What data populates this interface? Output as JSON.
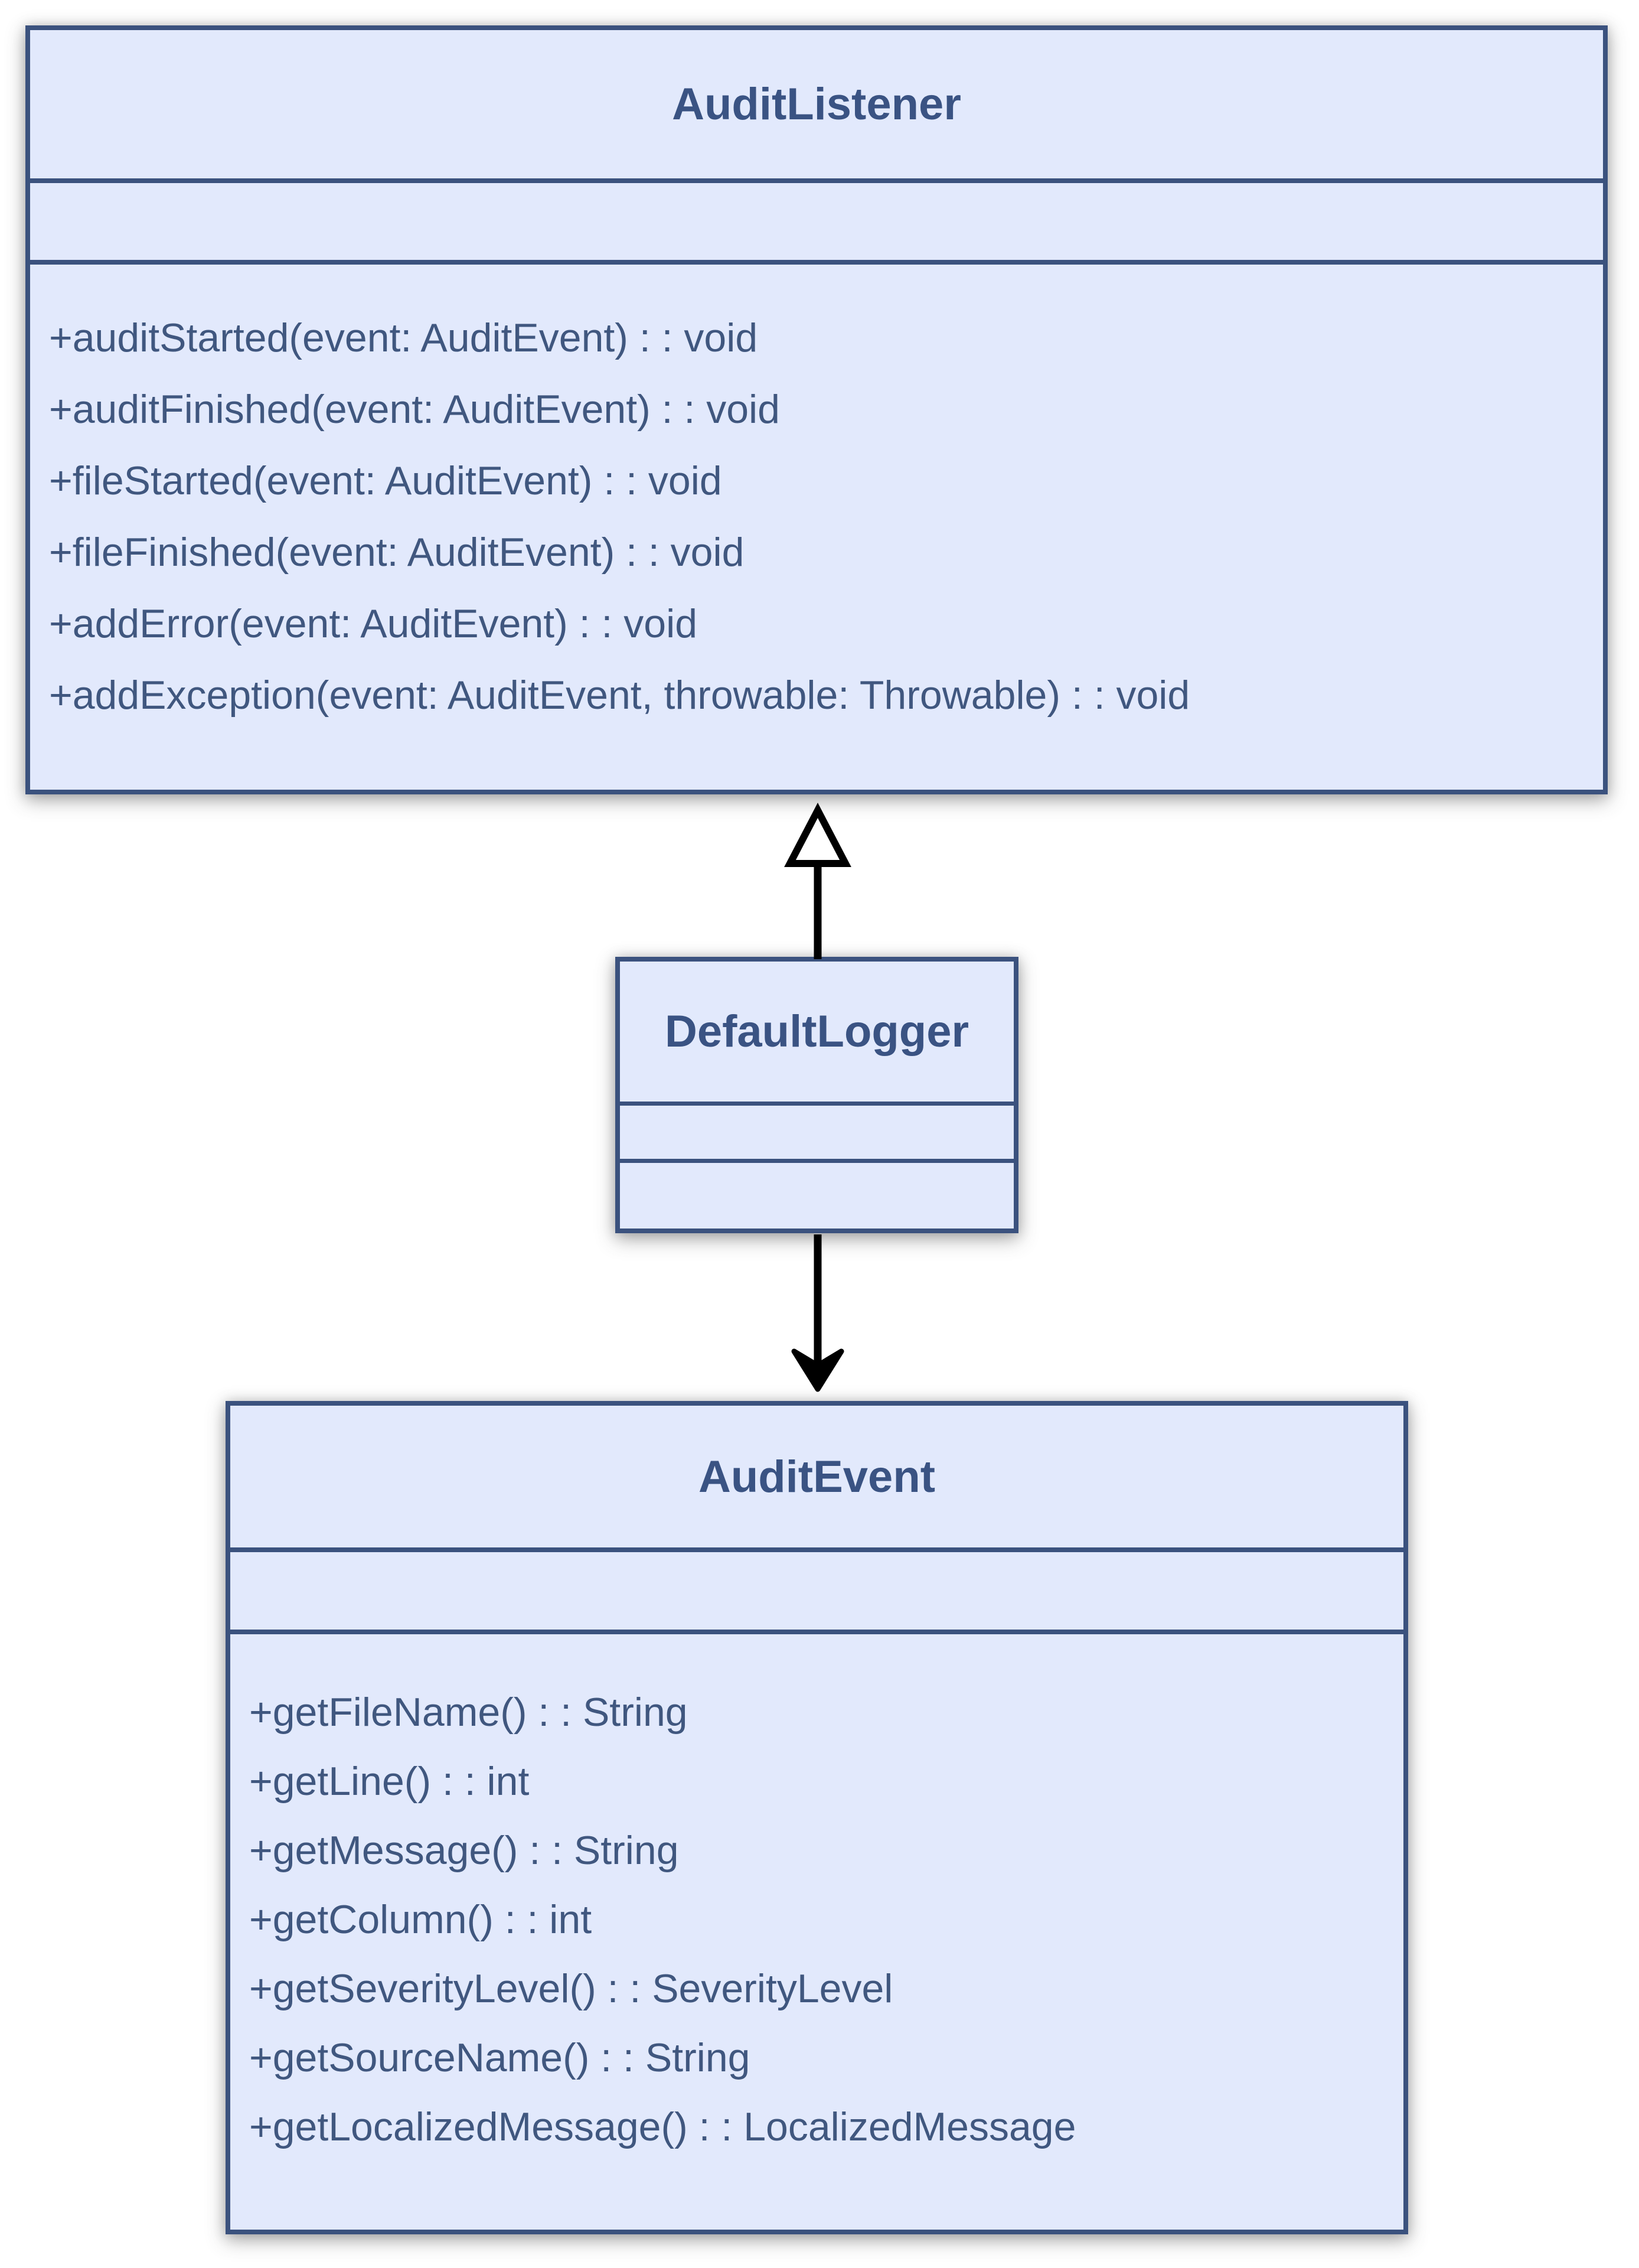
{
  "diagram": {
    "type": "uml-class-diagram",
    "background": "#ffffff",
    "colors": {
      "box-fill": "#e2e9fc",
      "box-border": "#3b527e",
      "title-text": "#3a5383",
      "method-text": "#40577f",
      "arrow": "#000000"
    },
    "classes": [
      {
        "name": "AuditListener",
        "attributes": [],
        "methods": [
          "+auditStarted(event: AuditEvent) : : void",
          "+auditFinished(event: AuditEvent) : : void",
          "+fileStarted(event: AuditEvent) : : void",
          "+fileFinished(event: AuditEvent) : : void",
          "+addError(event: AuditEvent) : : void",
          "+addException(event: AuditEvent, throwable: Throwable) : : void"
        ]
      },
      {
        "name": "DefaultLogger",
        "attributes": [],
        "methods": []
      },
      {
        "name": "AuditEvent",
        "attributes": [],
        "methods": [
          "+getFileName() : : String",
          "+getLine() : : int",
          "+getMessage() : : String",
          "+getColumn() : : int",
          "+getSeverityLevel() : : SeverityLevel",
          "+getSourceName() : : String",
          "+getLocalizedMessage() : : LocalizedMessage"
        ]
      }
    ],
    "relationships": [
      {
        "type": "generalization",
        "from": "DefaultLogger",
        "to": "AuditListener",
        "arrowhead": "hollow-triangle"
      },
      {
        "type": "directed-association",
        "from": "DefaultLogger",
        "to": "AuditEvent",
        "arrowhead": "solid-barbed"
      }
    ]
  }
}
